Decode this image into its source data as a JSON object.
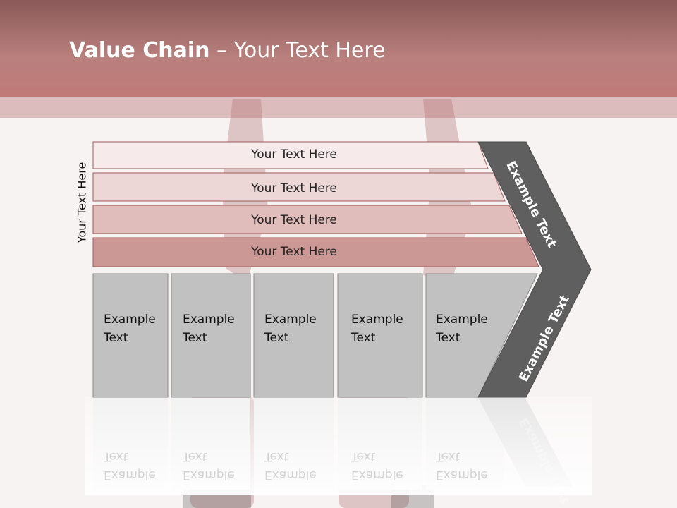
{
  "slide": {
    "title_bold": "Value Chain",
    "title_rest": " – Your Text Here",
    "side_label": "Your Text Here"
  },
  "rows": [
    {
      "label": "Your Text Here",
      "color": "#f6eaea"
    },
    {
      "label": "Your Text Here",
      "color": "#ecd6d6"
    },
    {
      "label": "Your Text Here",
      "color": "#e0bcbb"
    },
    {
      "label": "Your Text Here",
      "color": "#cc9896"
    }
  ],
  "columns": [
    {
      "line1": "Example",
      "line2": "Text"
    },
    {
      "line1": "Example",
      "line2": "Text"
    },
    {
      "line1": "Example",
      "line2": "Text"
    },
    {
      "line1": "Example",
      "line2": "Text"
    },
    {
      "line1": "Example",
      "line2": "Text"
    }
  ],
  "chevron": {
    "top_label": "Example Text",
    "bottom_label": "Example Text",
    "color": "#5f5f5f"
  },
  "colors": {
    "header": "#b9807d",
    "column_fill": "#c1c1c1",
    "row_stroke": "#a05a5a"
  }
}
